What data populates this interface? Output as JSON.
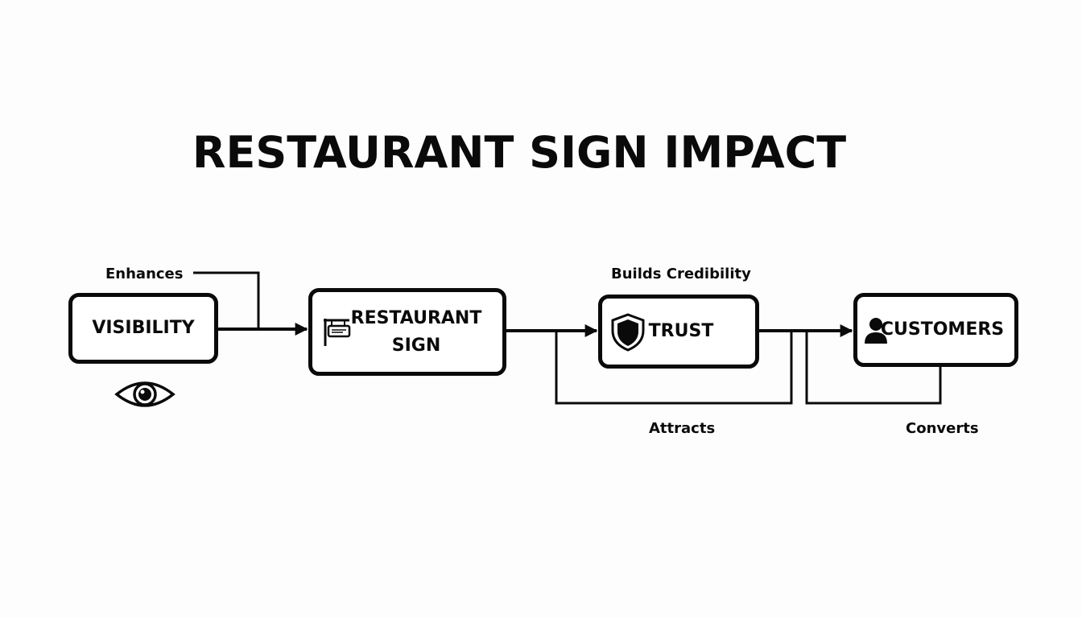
{
  "title": "RESTAURANT SIGN IMPACT",
  "nodes": {
    "visibility": {
      "label": "VISIBILITY",
      "icon": "eye-icon"
    },
    "restaurant_sign": {
      "label": "RESTAURANT SIGN",
      "icon": "hanging-sign-icon"
    },
    "trust": {
      "label": "TRUST",
      "icon": "shield-icon"
    },
    "customers": {
      "label": "CUSTOMERS",
      "icon": "person-icon"
    }
  },
  "edges": {
    "enhances": "Enhances",
    "builds_credibility": "Builds Credibility",
    "attracts": "Attracts",
    "converts": "Converts"
  },
  "colors": {
    "stroke": "#0a0a0a",
    "background": "#fdfdfd"
  }
}
